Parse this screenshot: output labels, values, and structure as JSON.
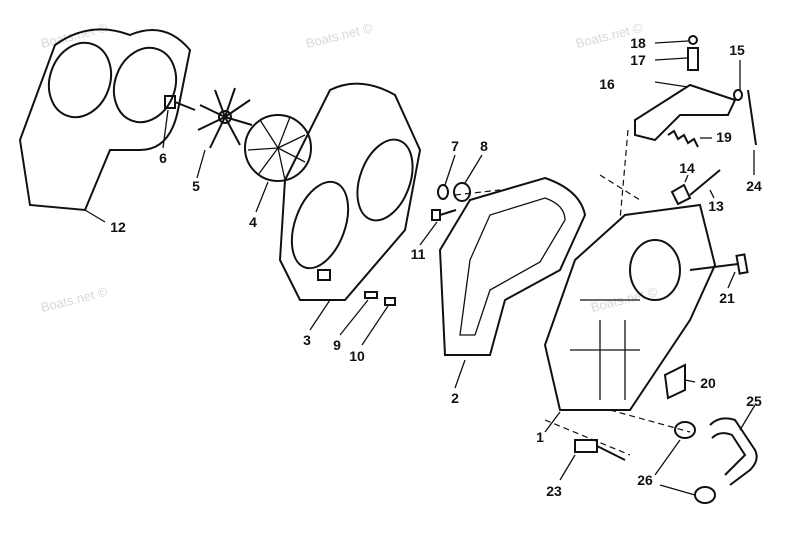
{
  "watermark": "Boats.net ©",
  "callouts": [
    {
      "id": "1",
      "text": "1"
    },
    {
      "id": "2",
      "text": "2"
    },
    {
      "id": "3",
      "text": "3"
    },
    {
      "id": "4",
      "text": "4"
    },
    {
      "id": "5",
      "text": "5"
    },
    {
      "id": "6",
      "text": "6"
    },
    {
      "id": "7",
      "text": "7"
    },
    {
      "id": "8",
      "text": "8"
    },
    {
      "id": "9",
      "text": "9"
    },
    {
      "id": "10",
      "text": "10"
    },
    {
      "id": "11",
      "text": "11"
    },
    {
      "id": "12",
      "text": "12"
    },
    {
      "id": "13",
      "text": "13"
    },
    {
      "id": "14",
      "text": "14"
    },
    {
      "id": "15",
      "text": "15"
    },
    {
      "id": "16",
      "text": "16"
    },
    {
      "id": "17",
      "text": "17"
    },
    {
      "id": "18",
      "text": "18"
    },
    {
      "id": "19",
      "text": "19"
    },
    {
      "id": "20",
      "text": "20"
    },
    {
      "id": "21",
      "text": "21"
    },
    {
      "id": "23",
      "text": "23"
    },
    {
      "id": "24",
      "text": "24"
    },
    {
      "id": "25",
      "text": "25"
    },
    {
      "id": "26",
      "text": "26"
    }
  ]
}
